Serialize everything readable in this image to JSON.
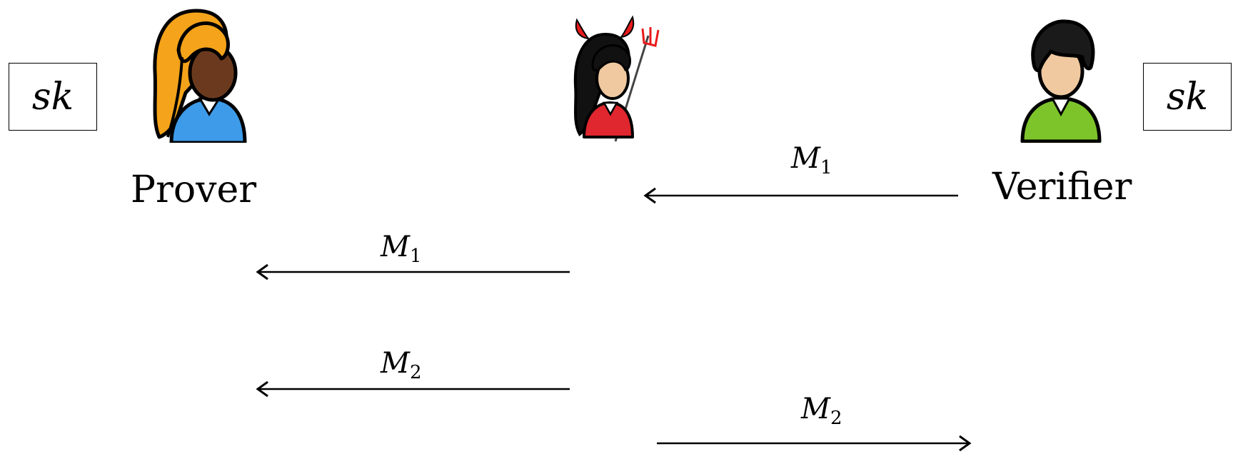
{
  "key_left": "sk",
  "key_right": "sk",
  "parties": {
    "prover": "Prover",
    "verifier": "Verifier"
  },
  "messages": [
    {
      "base": "M",
      "sub": "1"
    },
    {
      "base": "M",
      "sub": "1"
    },
    {
      "base": "M",
      "sub": "2"
    },
    {
      "base": "M",
      "sub": "2"
    }
  ],
  "icons": {
    "prover": "prover-person-icon",
    "adversary": "devil-adversary-icon",
    "verifier": "verifier-person-icon"
  },
  "colors": {
    "prover_hair": "#F5A31A",
    "prover_shirt": "#3D9BE9",
    "adversary_shirt": "#E0262E",
    "adversary_horns": "#E81B1B",
    "verifier_shirt": "#7DC42A",
    "skin_dark": "#6B3A1E",
    "skin_light": "#F0C9A0"
  }
}
